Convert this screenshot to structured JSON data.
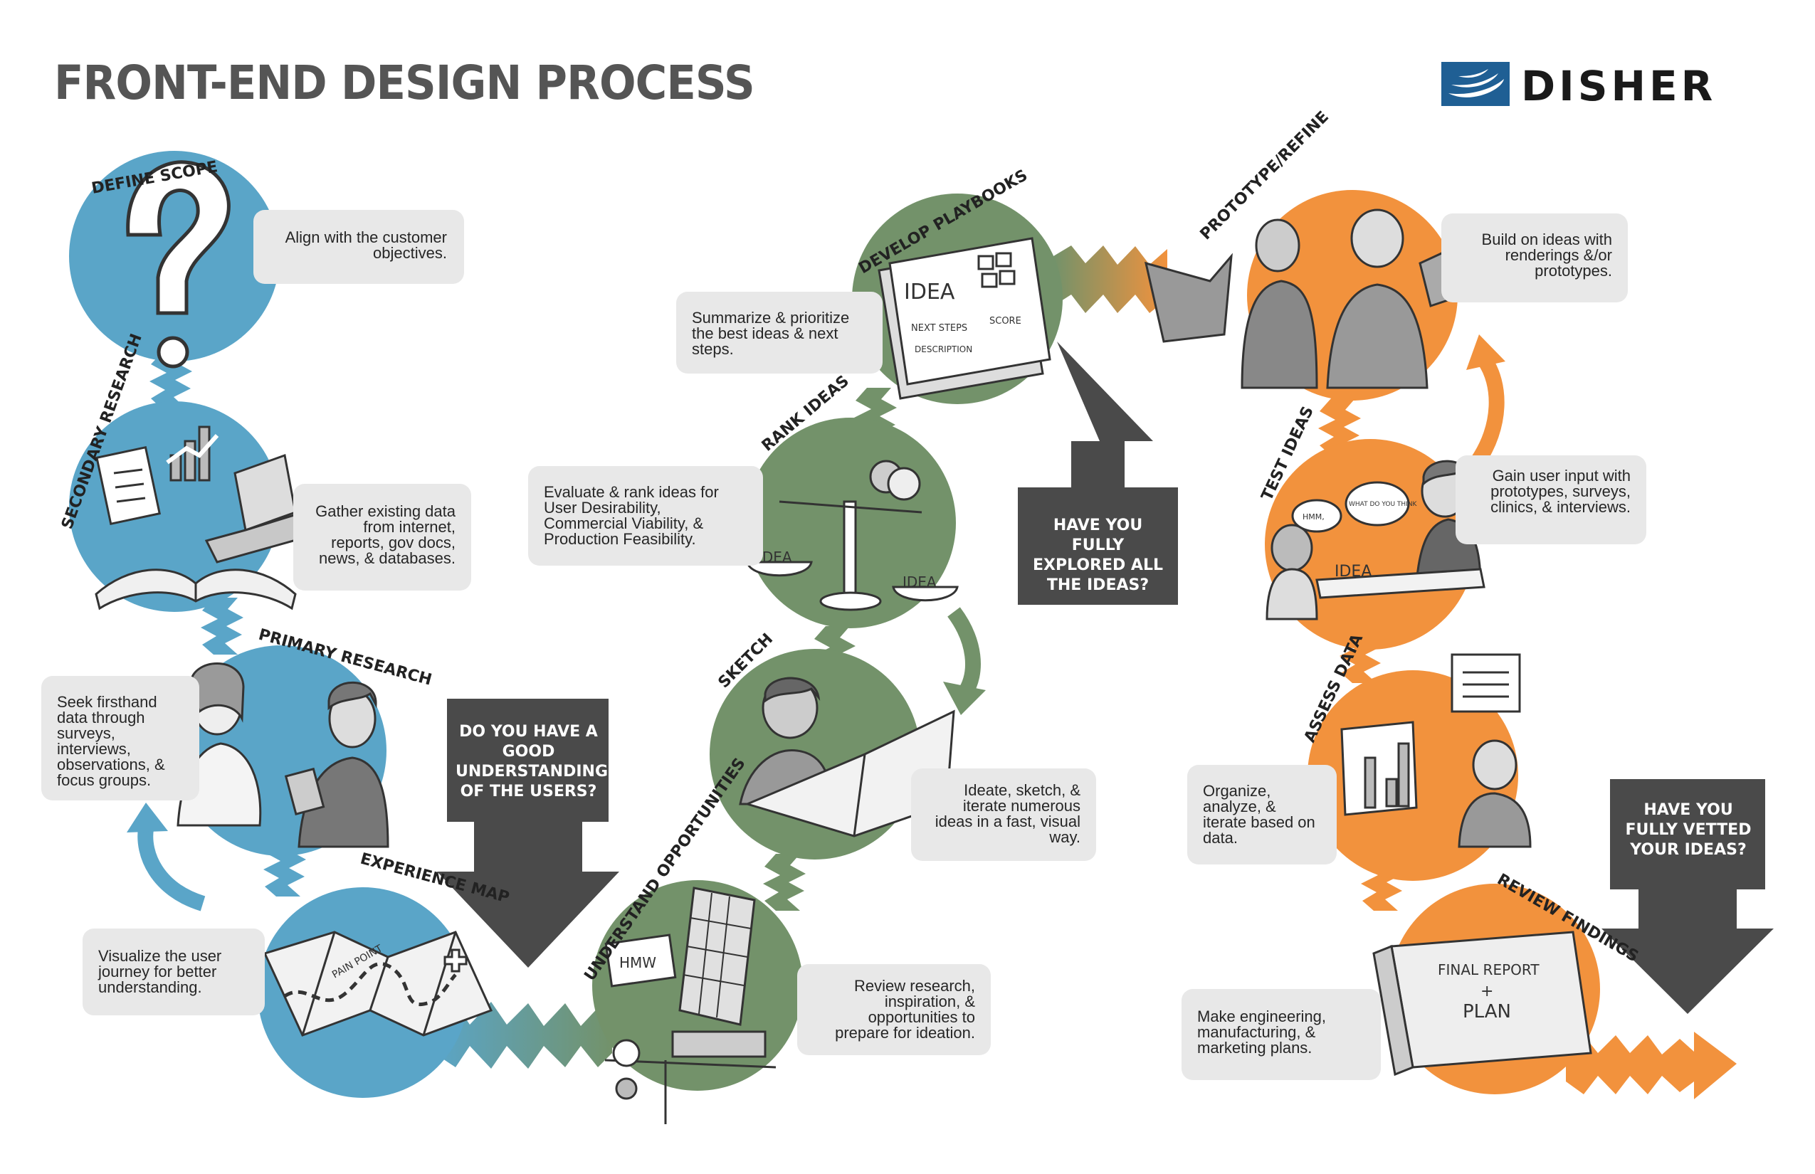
{
  "title": "FRONT-END DESIGN PROCESS",
  "brand": {
    "name": "DISHER",
    "logo_color": "#1f5f94"
  },
  "colors": {
    "blue": "#5aa5c8",
    "green": "#73926a",
    "orange": "#f2923d",
    "question_box": "#4a4a4a",
    "callout": "#e8e8e8"
  },
  "stages": [
    {
      "label": "DEFINE SCOPE",
      "description": "Align with the customer objectives.",
      "color": "blue",
      "icon": "question-mark-icon"
    },
    {
      "label": "SECONDARY RESEARCH",
      "description": "Gather existing data from internet, reports, gov docs, news, & databases.",
      "color": "blue",
      "icon": "research-icon"
    },
    {
      "label": "PRIMARY RESEARCH",
      "description": "Seek firsthand data through surveys, interviews, observations, & focus groups.",
      "color": "blue",
      "icon": "interview-icon"
    },
    {
      "label": "EXPERIENCE MAP",
      "description": "Visualize the user journey for better understanding.",
      "color": "blue",
      "icon": "map-icon"
    },
    {
      "label": "UNDERSTAND OPPORTUNITIES",
      "description": "Review research, inspiration, & opportunities to prepare for ideation.",
      "color": "green",
      "icon": "sticky-notes-icon"
    },
    {
      "label": "SKETCH",
      "description": "Ideate, sketch, & iterate numerous ideas in a fast, visual way.",
      "color": "green",
      "icon": "sketch-icon"
    },
    {
      "label": "RANK IDEAS",
      "description": "Evaluate & rank ideas for User Desirability, Commercial Viability, & Production Feasibility.",
      "color": "green",
      "icon": "scale-icon"
    },
    {
      "label": "DEVELOP PLAYBOOKS",
      "description": "Summarize & prioritize the best ideas & next steps.",
      "color": "green",
      "icon": "playbook-icon"
    },
    {
      "label": "PROTOTYPE/REFINE",
      "description": "Build on ideas with renderings &/or prototypes.",
      "color": "orange",
      "icon": "prototype-icon"
    },
    {
      "label": "TEST IDEAS",
      "description": "Gain user input with prototypes, surveys, clinics, & interviews.",
      "color": "orange",
      "icon": "testing-icon"
    },
    {
      "label": "ASSESS DATA",
      "description": "Organize, analyze, & iterate based on data.",
      "color": "orange",
      "icon": "bar-chart-icon"
    },
    {
      "label": "REVIEW FINDINGS",
      "description": "Make engineering, manufacturing, & marketing plans.",
      "color": "orange",
      "icon": "binder-icon"
    }
  ],
  "questions": [
    "DO YOU HAVE A GOOD UNDERSTANDING OF THE USERS?",
    "HAVE YOU FULLY EXPLORED ALL THE IDEAS?",
    "HAVE YOU FULLY VETTED YOUR IDEAS?"
  ],
  "illustration_text": {
    "map_note": "PAIN POINT",
    "sticky_note": "HMW",
    "scale_left": "IDEA",
    "scale_right": "IDEA",
    "playbook_title": "IDEA",
    "playbook_next": "NEXT STEPS",
    "playbook_score": "SCORE",
    "playbook_desc": "DESCRIPTION",
    "bubble_1": "HMM,",
    "bubble_2": "WHAT DO YOU THINK",
    "table_idea": "IDEA",
    "binder_line1": "FINAL REPORT",
    "binder_plus": "+",
    "binder_line2": "PLAN"
  }
}
